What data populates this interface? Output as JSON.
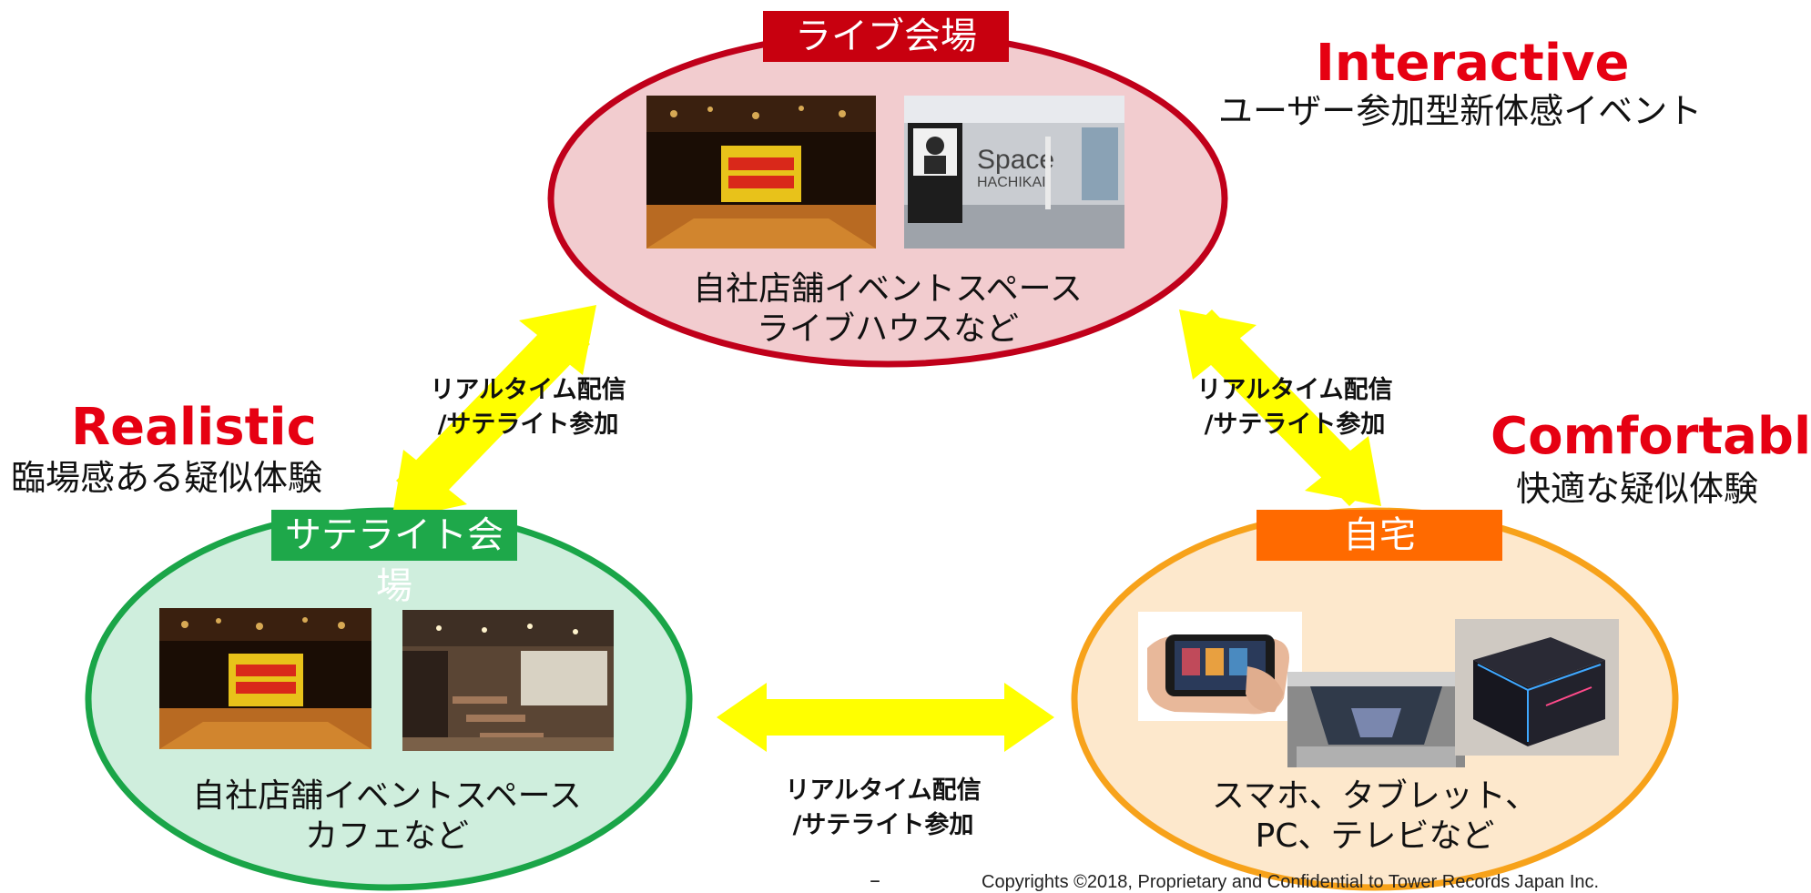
{
  "top_venue": {
    "label": "ライブ会場",
    "caption_line1": "自社店舗イベントスペース",
    "caption_line2": "ライブハウスなど",
    "colors": {
      "label_bg": "#c8000f",
      "ellipse_fill": "#f2cccf",
      "ellipse_stroke": "#c0001a"
    }
  },
  "left_venue": {
    "label": "サテライト会場",
    "caption_line1": "自社店舗イベントスペース",
    "caption_line2": "カフェなど",
    "colors": {
      "label_bg": "#1ea84a",
      "ellipse_fill": "#cfeedd",
      "ellipse_stroke": "#1aa548"
    }
  },
  "right_venue": {
    "label": "自宅",
    "caption_line1": "スマホ、タブレット、",
    "caption_line2": "PC、テレビなど",
    "colors": {
      "label_bg": "#ff6a00",
      "ellipse_fill": "#fde8cc",
      "ellipse_stroke": "#f7a21a"
    }
  },
  "features": {
    "interactive": {
      "title": "Interactive",
      "subtitle": "ユーザー参加型新体感イベント"
    },
    "realistic": {
      "title": "Realistic",
      "subtitle": "臨場感ある疑似体験"
    },
    "comfortable": {
      "title": "Comfortable",
      "subtitle": "快適な疑似体験"
    }
  },
  "arrows": {
    "left": {
      "line1": "リアルタイム配信",
      "line2": "/サテライト参加"
    },
    "right": {
      "line1": "リアルタイム配信",
      "line2": "/サテライト参加"
    },
    "bottom": {
      "line1": "リアルタイム配信",
      "line2": "/サテライト参加"
    },
    "color": "#ffff00"
  },
  "footer": {
    "dash": "–",
    "copyright": "Copyrights ©2018, Proprietary and Confidential to Tower Records Japan Inc."
  },
  "icons": {
    "stage_photo": "live-stage-photo",
    "lobby_photo": "event-lobby-photo",
    "cafe_photo": "cafe-interior-photo",
    "phone_photo": "smartphone-in-hand-photo",
    "device_photo": "display-device-photo",
    "cube_photo": "hologram-cube-photo"
  }
}
